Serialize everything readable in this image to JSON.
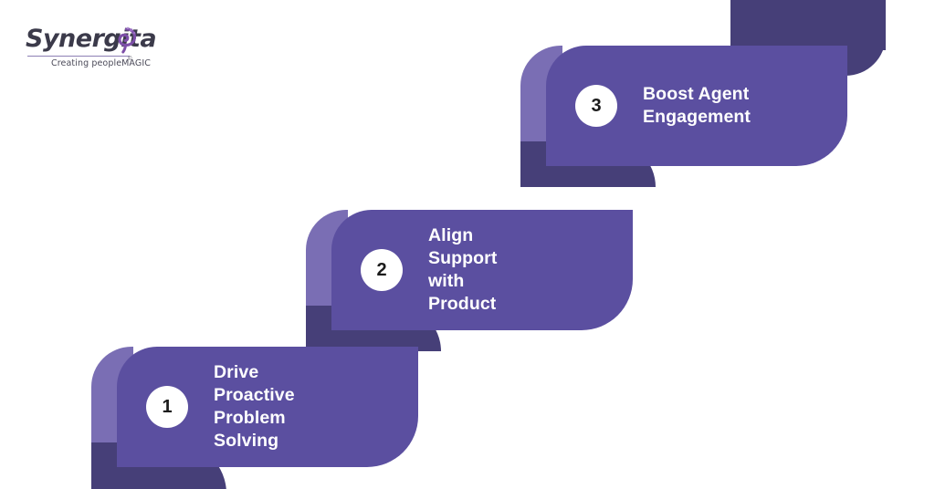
{
  "brand": {
    "name": "Synergita",
    "tagline": "Creating peopleMAGIC",
    "trademark": "©",
    "logo_icon": "swirl-icon",
    "accent_color": "#7d4fa8",
    "wordmark_color": "#3b3a4a"
  },
  "palette": {
    "background": "#ffffff",
    "body": "#5b4fa0",
    "side": "#7a6eb4",
    "shadow": "#463f78",
    "badge_bg": "#ffffff",
    "badge_text": "#1b1b1b",
    "label_text": "#ffffff"
  },
  "steps": [
    {
      "number": "1",
      "label": "Drive Proactive\nProblem Solving"
    },
    {
      "number": "2",
      "label": "Align Support with\nProduct"
    },
    {
      "number": "3",
      "label": "Boost Agent\nEngagement"
    }
  ]
}
